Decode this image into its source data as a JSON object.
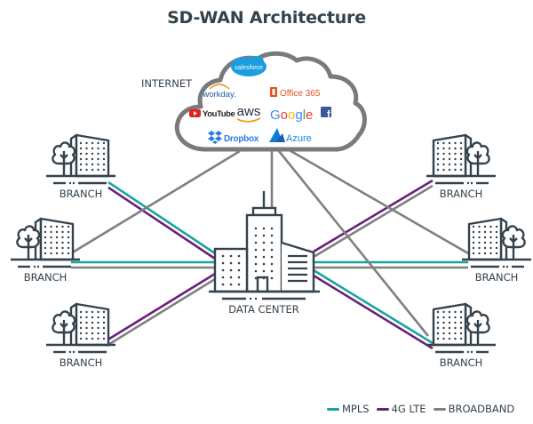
{
  "title": "SD-WAN Architecture",
  "colors": {
    "ink": "#34424c",
    "mpls": "#17a59b",
    "lte": "#6b1f7c",
    "broadband": "#808080",
    "cloud_stroke": "#7a7a7a"
  },
  "internet": {
    "label": "INTERNET",
    "services": [
      {
        "name": "salesforce",
        "label": "salesforce",
        "icon": "salesforce-cloud-icon"
      },
      {
        "name": "workday",
        "label": "workday.",
        "icon": "workday-arc-icon"
      },
      {
        "name": "office365",
        "label": "Office 365",
        "icon": "office-icon"
      },
      {
        "name": "youtube",
        "label": "YouTube",
        "icon": "youtube-play-icon"
      },
      {
        "name": "aws",
        "label": "aws",
        "icon": "aws-smile-icon"
      },
      {
        "name": "google",
        "label": "Google",
        "icon": ""
      },
      {
        "name": "facebook",
        "label": "f",
        "icon": "facebook-icon"
      },
      {
        "name": "dropbox",
        "label": "Dropbox",
        "icon": "dropbox-icon"
      },
      {
        "name": "azure",
        "label": "Azure",
        "icon": "azure-icon"
      }
    ]
  },
  "nodes": {
    "data_center": {
      "label": "DATA CENTER"
    },
    "branches": [
      {
        "id": "left-top",
        "label": "BRANCH"
      },
      {
        "id": "left-middle",
        "label": "BRANCH"
      },
      {
        "id": "left-bottom",
        "label": "BRANCH"
      },
      {
        "id": "right-top",
        "label": "BRANCH"
      },
      {
        "id": "right-middle",
        "label": "BRANCH"
      },
      {
        "id": "right-bottom",
        "label": "BRANCH"
      }
    ]
  },
  "links": [
    {
      "from": "left-top",
      "to": "data-center",
      "types": [
        "mpls",
        "lte"
      ]
    },
    {
      "from": "left-middle",
      "to": "data-center",
      "types": [
        "mpls",
        "broadband"
      ]
    },
    {
      "from": "left-bottom",
      "to": "data-center",
      "types": [
        "lte",
        "broadband"
      ]
    },
    {
      "from": "right-top",
      "to": "data-center",
      "types": [
        "lte",
        "broadband"
      ]
    },
    {
      "from": "right-middle",
      "to": "data-center",
      "types": [
        "mpls",
        "broadband"
      ]
    },
    {
      "from": "right-bottom",
      "to": "data-center",
      "types": [
        "mpls",
        "lte"
      ]
    },
    {
      "from": "internet",
      "to": "left-middle",
      "types": [
        "broadband"
      ]
    },
    {
      "from": "internet",
      "to": "data-center",
      "types": [
        "broadband"
      ]
    },
    {
      "from": "internet",
      "to": "right-bottom",
      "types": [
        "broadband"
      ]
    },
    {
      "from": "internet",
      "to": "right-middle",
      "types": [
        "broadband"
      ]
    }
  ],
  "legend": [
    {
      "label": "MPLS",
      "type": "mpls"
    },
    {
      "label": "4G LTE",
      "type": "lte"
    },
    {
      "label": "BROADBAND",
      "type": "broadband"
    }
  ]
}
